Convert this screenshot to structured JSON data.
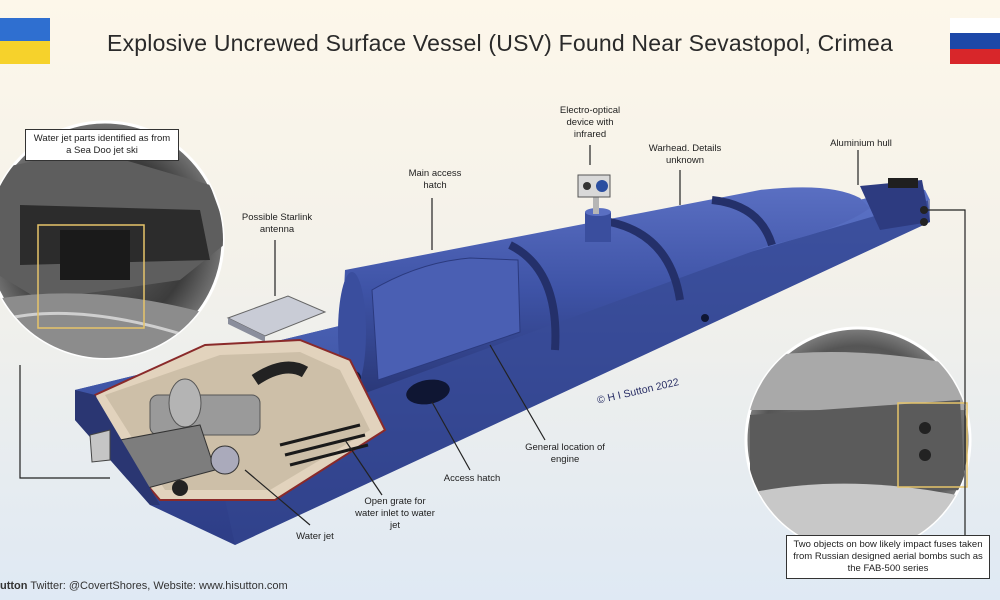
{
  "title": "Explosive Uncrewed Surface Vessel (USV) Found Near Sevastopol, Crimea",
  "flags": {
    "left": {
      "colors": [
        "#2f6fd0",
        "#f6d22b"
      ]
    },
    "right": {
      "colors": [
        "#ffffff",
        "#1c48a8",
        "#d8262a"
      ]
    }
  },
  "labels": {
    "water_jet_parts": "Water jet parts identified as from a Sea Doo jet ski",
    "starlink": "Possible Starlink antenna",
    "main_hatch": "Main access hatch",
    "electro_optical": "Electro-optical device with infrared",
    "warhead": "Warhead. Details unknown",
    "hull": "Aluminium hull",
    "engine": "General location of engine",
    "access_hatch": "Access hatch",
    "grate": "Open grate for water inlet to water jet",
    "water_jet": "Water jet",
    "fuses": "Two objects on bow likely impact fuses taken from Russian designed aerial bombs such as the FAB-500 series"
  },
  "watermark": "© H I Sutton 2022",
  "credit": {
    "name": "utton",
    "rest": " Twitter: @CovertShores, Website: www.hisutton.com"
  },
  "colors": {
    "hull": "#3f55a6",
    "hull_dark": "#2b3a7e",
    "band": "#24306a"
  }
}
